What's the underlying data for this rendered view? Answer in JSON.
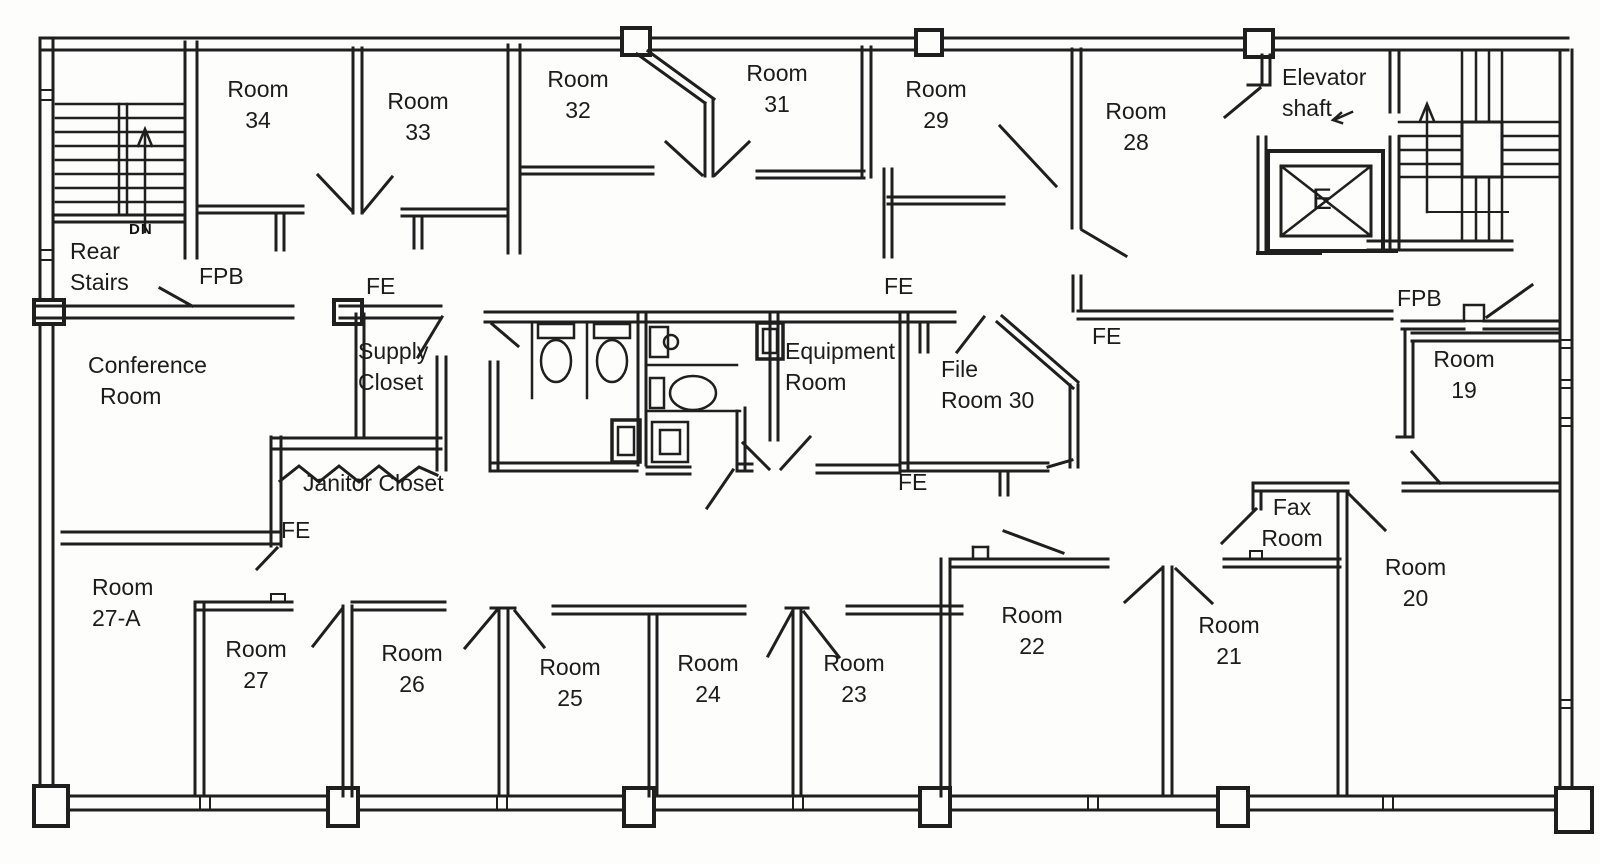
{
  "rooms": {
    "r34": {
      "label": "Room",
      "number": "34"
    },
    "r33": {
      "label": "Room",
      "number": "33"
    },
    "r32": {
      "label": "Room",
      "number": "32"
    },
    "r31": {
      "label": "Room",
      "number": "31"
    },
    "r29": {
      "label": "Room",
      "number": "29"
    },
    "r28": {
      "label": "Room",
      "number": "28"
    },
    "r19": {
      "label": "Room",
      "number": "19"
    },
    "r20": {
      "label": "Room",
      "number": "20"
    },
    "r21": {
      "label": "Room",
      "number": "21"
    },
    "r22": {
      "label": "Room",
      "number": "22"
    },
    "r23": {
      "label": "Room",
      "number": "23"
    },
    "r24": {
      "label": "Room",
      "number": "24"
    },
    "r25": {
      "label": "Room",
      "number": "25"
    },
    "r26": {
      "label": "Room",
      "number": "26"
    },
    "r27": {
      "label": "Room",
      "number": "27"
    },
    "r27a": {
      "label": "Room",
      "number": "27-A"
    }
  },
  "areas": {
    "rear_stairs": {
      "line1": "Rear",
      "line2": "Stairs"
    },
    "conference": {
      "line1": "Conference",
      "line2": "Room"
    },
    "supply_closet": {
      "line1": "Supply",
      "line2": "Closet"
    },
    "janitor_closet": {
      "label": "Janitor Closet"
    },
    "equipment_room": {
      "line1": "Equipment",
      "line2": "Room"
    },
    "file_room": {
      "line1": "File",
      "line2": "Room 30"
    },
    "fax_room": {
      "line1": "Fax",
      "line2": "Room"
    },
    "elevator": {
      "line1": "Elevator",
      "line2": "shaft",
      "car_letter": "E"
    }
  },
  "markers": {
    "fe": "FE",
    "fpb": "FPB",
    "down": "DN"
  }
}
